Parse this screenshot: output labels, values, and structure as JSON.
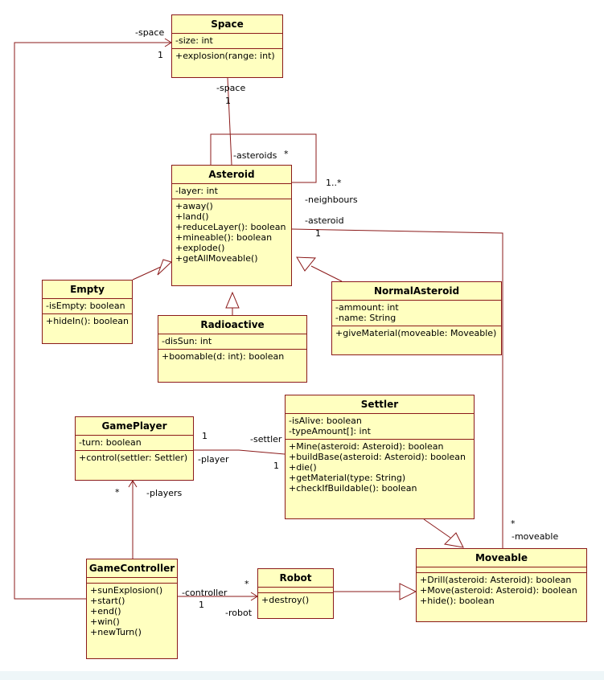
{
  "classes": {
    "space": {
      "name": "Space",
      "attributes": [
        "-size: int"
      ],
      "operations": [
        "+explosion(range: int)"
      ]
    },
    "asteroid": {
      "name": "Asteroid",
      "attributes": [
        "-layer: int"
      ],
      "operations": [
        "+away()",
        "+land()",
        "+reduceLayer(): boolean",
        "+mineable(): boolean",
        "+explode()",
        "+getAllMoveable()"
      ]
    },
    "empty": {
      "name": "Empty",
      "attributes": [
        "-isEmpty: boolean"
      ],
      "operations": [
        "+hideIn(): boolean"
      ]
    },
    "radioactive": {
      "name": "Radioactive",
      "attributes": [
        "-disSun: int"
      ],
      "operations": [
        "+boomable(d: int): boolean"
      ]
    },
    "normal_asteroid": {
      "name": "NormalAsteroid",
      "attributes": [
        "-ammount: int",
        "-name: String"
      ],
      "operations": [
        "+giveMaterial(moveable: Moveable)"
      ]
    },
    "game_player": {
      "name": "GamePlayer",
      "attributes": [
        "-turn: boolean"
      ],
      "operations": [
        "+control(settler: Settler)"
      ]
    },
    "settler": {
      "name": "Settler",
      "attributes": [
        "-isAlive: boolean",
        "-typeAmount[]: int"
      ],
      "operations": [
        "+Mine(asteroid: Asteroid): boolean",
        "+buildBase(asteroid: Asteroid): boolean",
        "+die()",
        "+getMaterial(type: String)",
        "+checkIfBuildable(): boolean"
      ]
    },
    "game_controller": {
      "name": "GameController",
      "attributes": [],
      "operations": [
        "+sunExplosion()",
        "+start()",
        "+end()",
        "+win()",
        "+newTurn()"
      ]
    },
    "robot": {
      "name": "Robot",
      "attributes": [],
      "operations": [
        "+destroy()"
      ]
    },
    "moveable": {
      "name": "Moveable",
      "attributes": [],
      "operations": [
        "+Drill(asteroid: Asteroid): boolean",
        "+Move(asteroid: Asteroid): boolean",
        "+hide(): boolean"
      ]
    }
  },
  "labels": {
    "gc_space_role": "-space",
    "gc_space_mult": "1",
    "space_role": "-space",
    "space_mult": "1",
    "asteroids_role": "-asteroids",
    "asteroids_mult": "*",
    "neighbours_mult": "1..*",
    "neighbours_role": "-neighbours",
    "asteroid_role": "-asteroid",
    "asteroid_mult": "1",
    "gp_mult": "1",
    "settler_role": "-settler",
    "player_role": "-player",
    "player_mult": "1",
    "players_mult": "*",
    "players_role": "-players",
    "moveable_mult": "*",
    "moveable_role": "-moveable",
    "controller_role": "-controller",
    "controller_mult": "1",
    "robot_mult": "*",
    "robot_role": "-robot"
  },
  "colors": {
    "line": "#8b1a1a",
    "class_fill": "#ffffc0",
    "border": "#8b1a1a"
  }
}
